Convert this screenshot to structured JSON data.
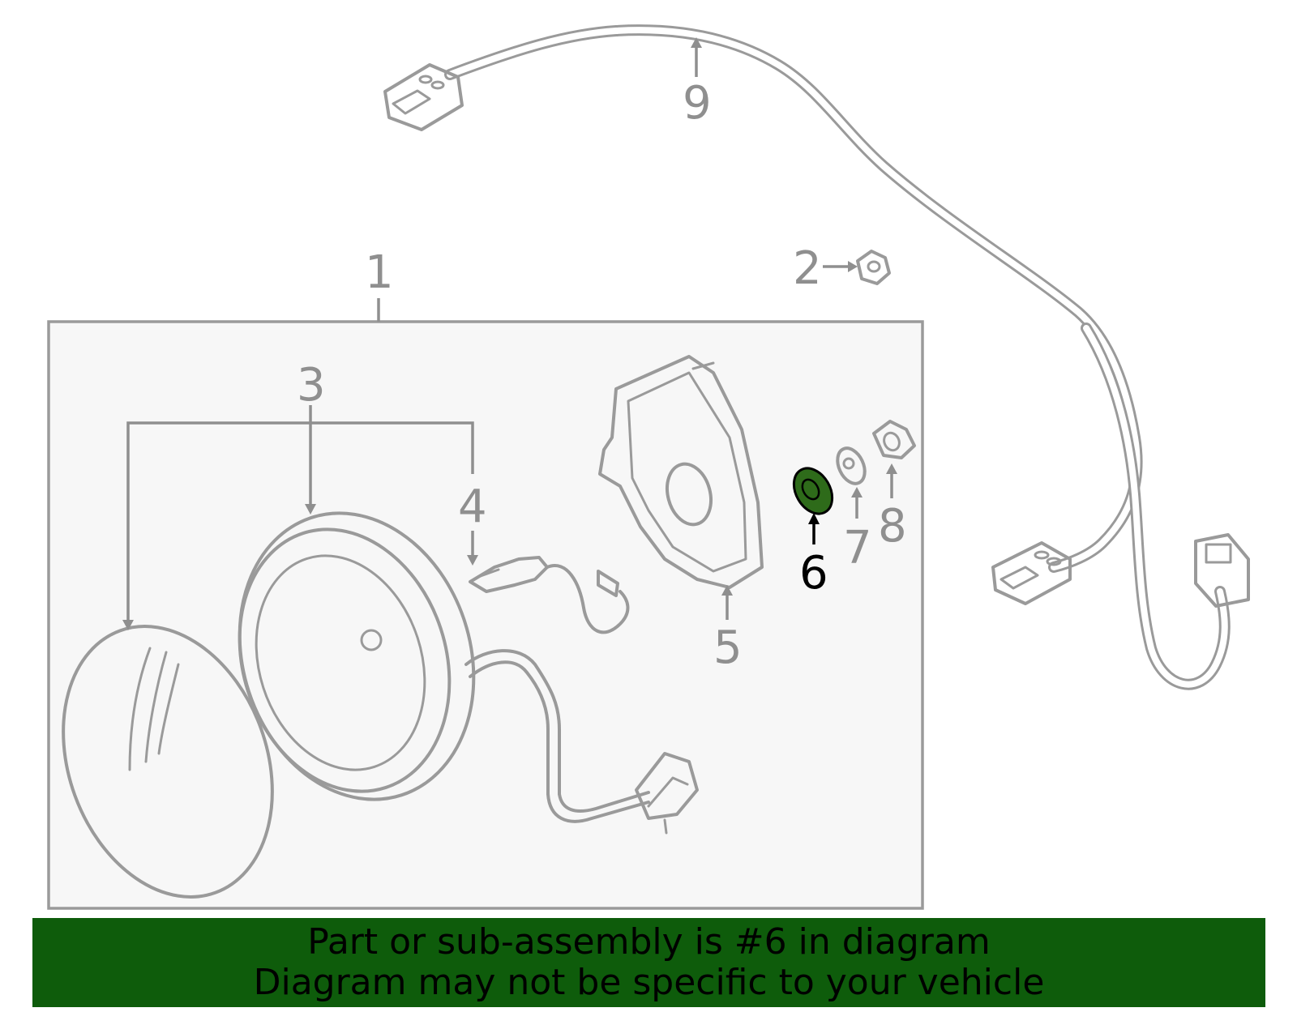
{
  "callouts": {
    "c1": "1",
    "c2": "2",
    "c3": "3",
    "c4": "4",
    "c5": "5",
    "c6": "6",
    "c7": "7",
    "c8": "8",
    "c9": "9"
  },
  "highlight": {
    "part_number": "6",
    "color": "#2e6b1a"
  },
  "banner": {
    "line1": "Part or sub-assembly is #6 in diagram",
    "line2": "Diagram may not be specific to your vehicle",
    "background": "#0e5c0b"
  }
}
